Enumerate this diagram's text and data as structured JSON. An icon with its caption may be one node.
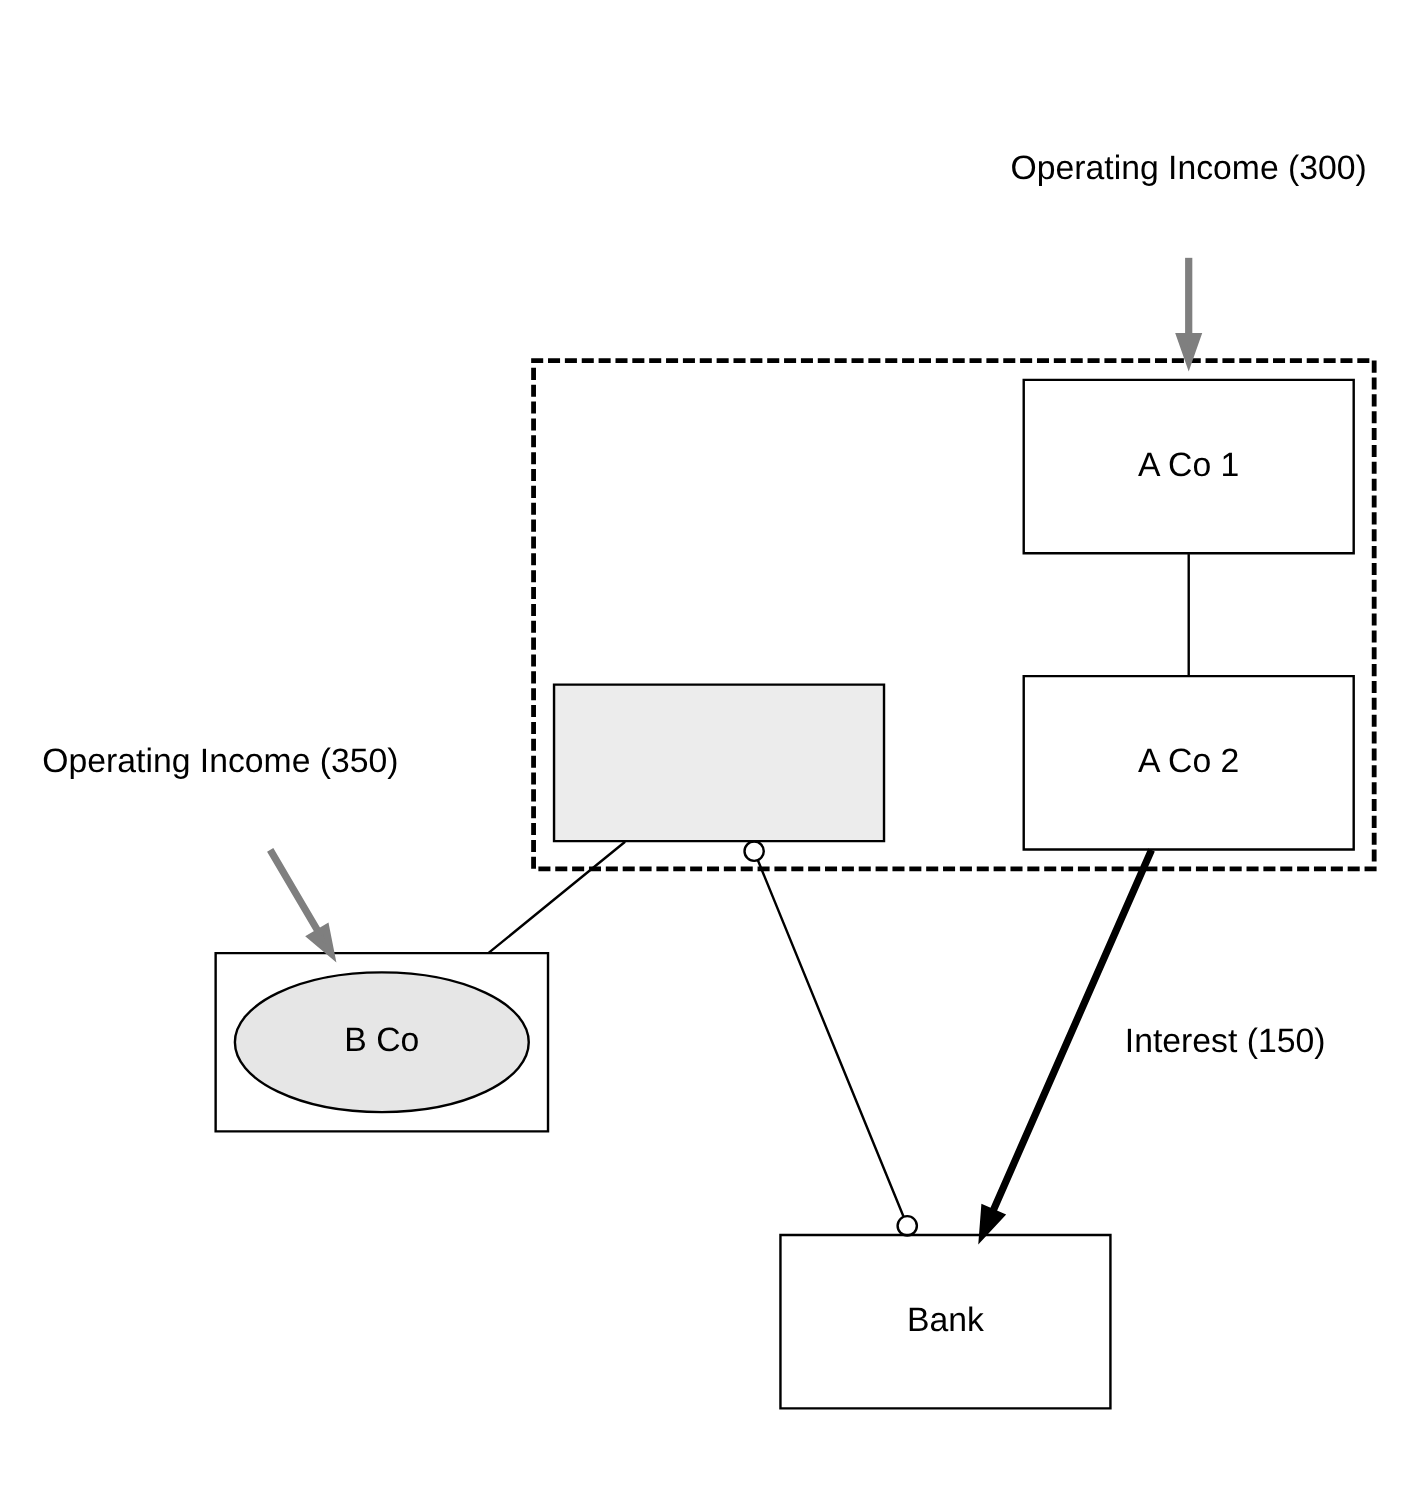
{
  "diagram": {
    "nodes": [
      {
        "text": [],
        "shape": "box"
      },
      {
        "text": [
          "A Co 1"
        ],
        "in": 0
      },
      {
        "text": [
          "A Co 2"
        ],
        "in": 0
      },
      {
        "text": [],
        "shape": "box",
        "in": 0
      },
      {
        "text": [
          "Bank"
        ]
      },
      {
        "text": [],
        "shape": "box"
      },
      {
        "text": [
          "B Co"
        ],
        "in": 5
      },
      {
        "text": [
          "Operating Income (300)"
        ]
      },
      {
        "text": [
          "Operating Income (350)"
        ]
      }
    ],
    "edges": [
      {
        "from": 1,
        "to": 2,
        "arrow": "none"
      },
      {
        "from": 2,
        "to": 4,
        "arrow": "to",
        "label": "Interest (150)",
        "style": "thick"
      },
      {
        "from": 3,
        "to": 5,
        "arrow": "none"
      },
      {
        "from": 3,
        "to": 4,
        "arrow": "other"
      },
      {
        "from": 7,
        "to": 0,
        "arrow": "to",
        "style": "thick",
        "color": "#7f7f7f"
      },
      {
        "from": 8,
        "to": 5,
        "arrow": "to",
        "style": "thick",
        "color": "#7f7f7f"
      }
    ]
  }
}
